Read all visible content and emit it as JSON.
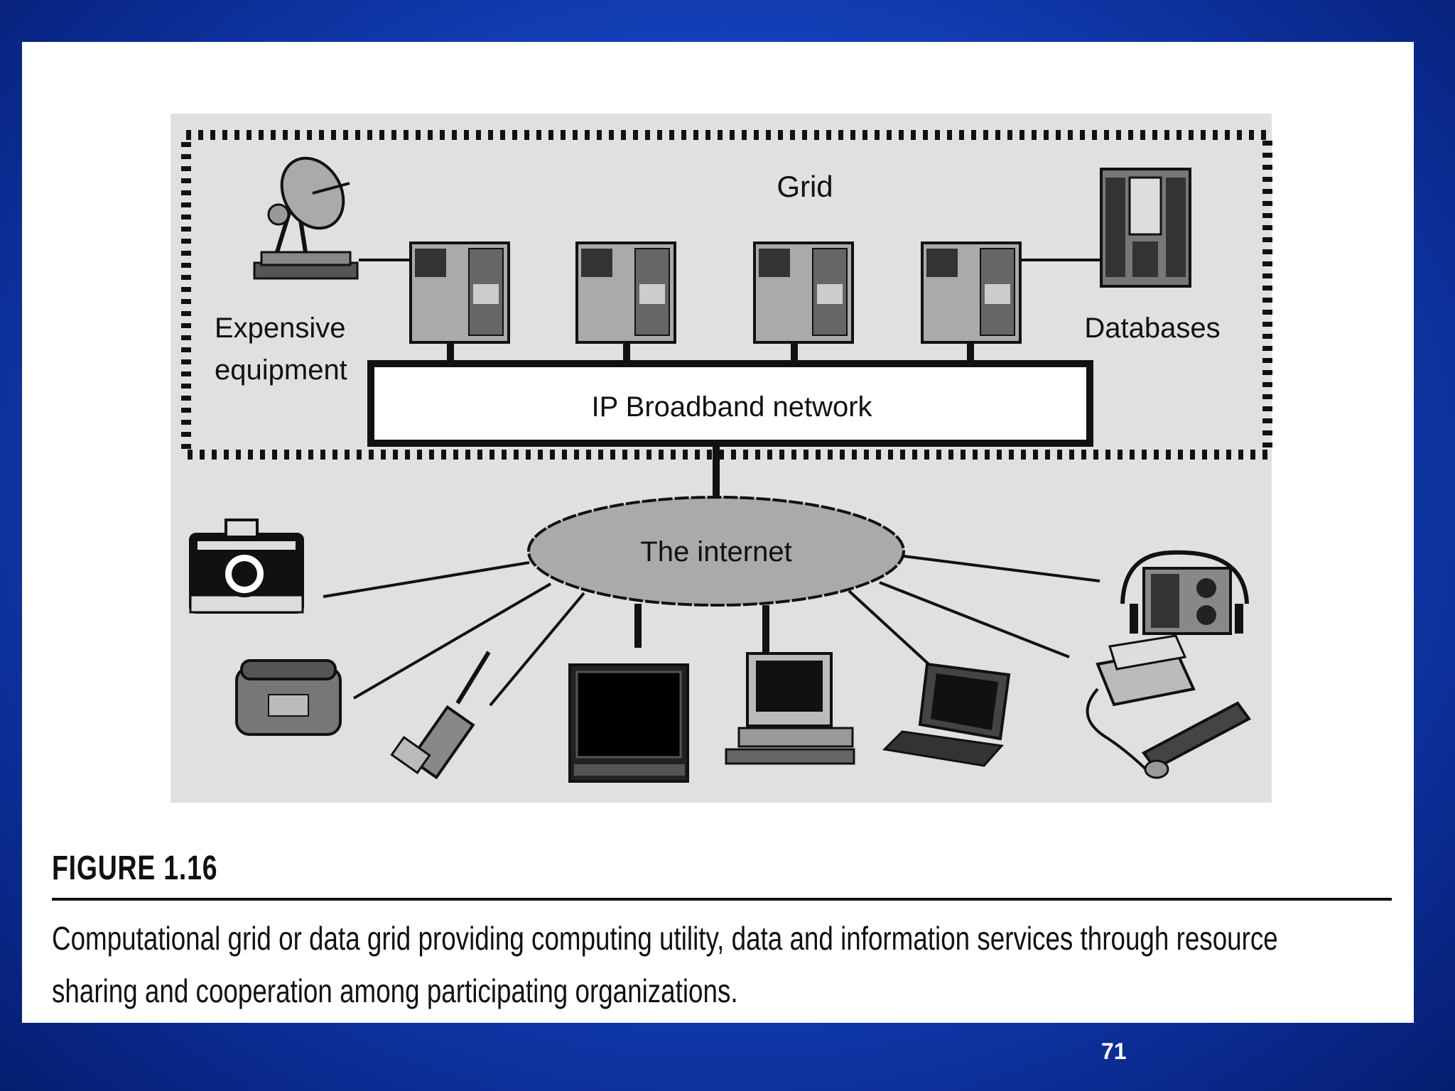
{
  "diagram": {
    "grid_label": "Grid",
    "equipment_label_line1": "Expensive",
    "equipment_label_line2": "equipment",
    "databases_label": "Databases",
    "network_label": "IP Broadband network",
    "internet_label": "The internet"
  },
  "caption": {
    "figure_label": "FIGURE 1.16",
    "line1": "Computational grid or data grid providing computing utility, data and information services through resource",
    "line2": "sharing and cooperation among participating organizations."
  },
  "slide": {
    "page_number": "71"
  }
}
